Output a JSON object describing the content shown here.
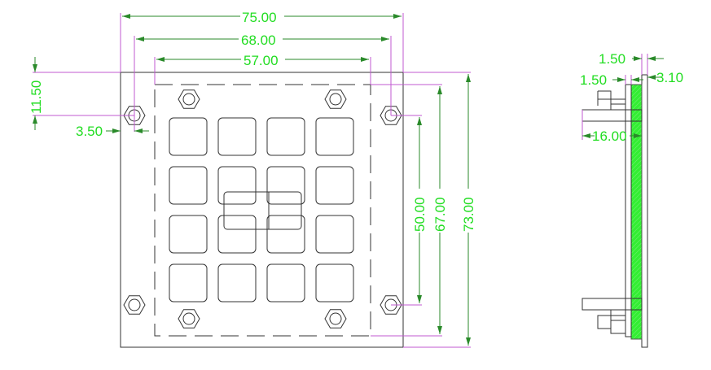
{
  "front_view": {
    "dim_width_outer": "75.00",
    "dim_hole_spacing_x": "68.00",
    "dim_inner_width": "57.00",
    "dim_hole_offset_y": "11.50",
    "dim_hole_offset_x": "3.50",
    "dim_hole_spacing_y": "50.00",
    "dim_inner_height": "67.00",
    "dim_height_outer": "73.00",
    "key_rows": 4,
    "key_cols": 4
  },
  "side_view": {
    "dim_top_a": "1.50",
    "dim_top_b": "1.50",
    "dim_thickness": "3.10",
    "dim_standoff": "16.00"
  },
  "colors": {
    "dimension": "#22dd22",
    "extension": "#c05ad0",
    "pcb": "#33ee33"
  }
}
